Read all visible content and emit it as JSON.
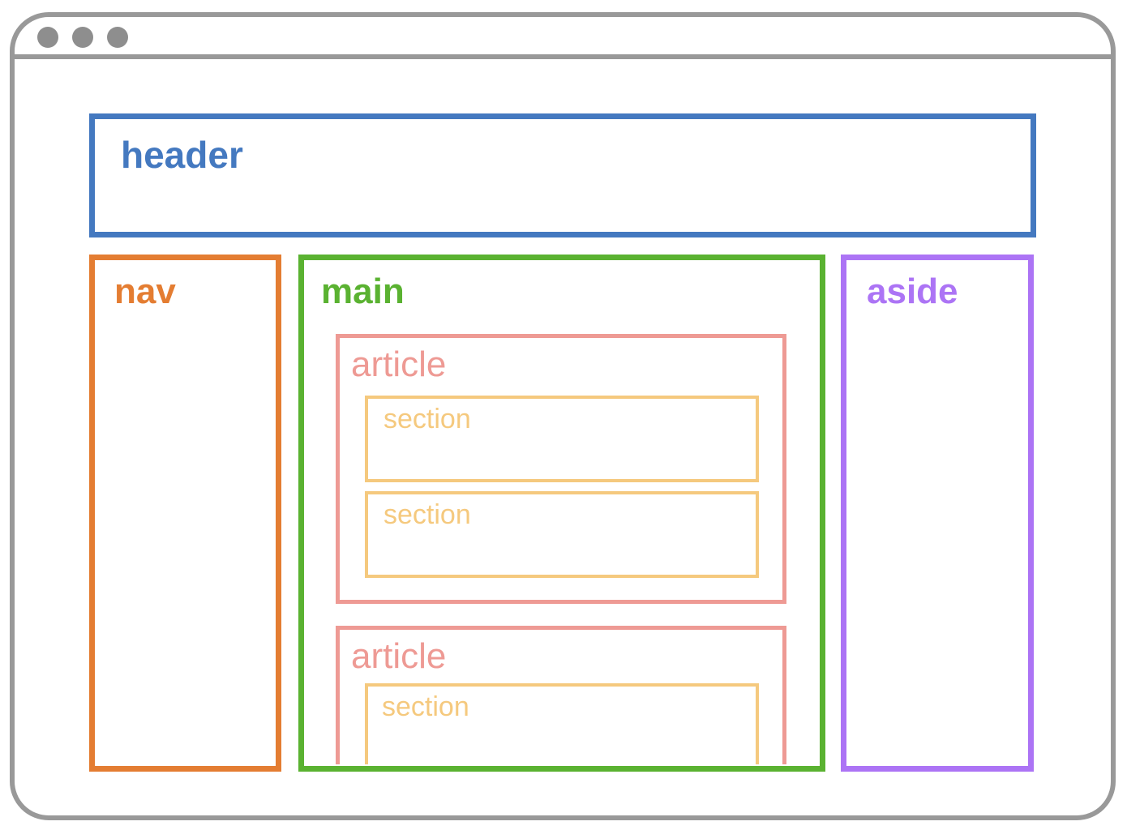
{
  "labels": {
    "header": "header",
    "nav": "nav",
    "main": "main",
    "aside": "aside",
    "article": "article",
    "section": "section"
  },
  "colors": {
    "window_frame": "#999999",
    "header": "#4479c0",
    "nav": "#e47d32",
    "main": "#5ab231",
    "aside": "#ac74f5",
    "article": "#ee9a94",
    "section": "#f5c97e"
  }
}
